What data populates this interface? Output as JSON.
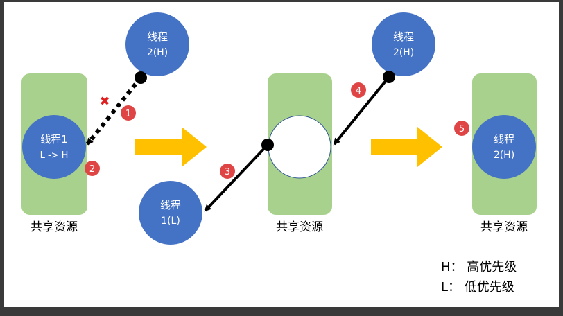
{
  "stage1": {
    "thread_h": {
      "line1": "线程",
      "line2": "2(H)"
    },
    "thread_1": {
      "line1": "线程1",
      "line2": "L -> H"
    },
    "resource_label": "共享资源",
    "step_1": "1",
    "step_2": "2",
    "blocked_mark": "✖"
  },
  "stage2": {
    "thread_h": {
      "line1": "线程",
      "line2": "2(H)"
    },
    "thread_l": {
      "line1": "线程",
      "line2": "1(L)"
    },
    "resource_label": "共享资源",
    "step_3": "3",
    "step_4": "4"
  },
  "stage3": {
    "thread_h": {
      "line1": "线程",
      "line2": "2(H)"
    },
    "resource_label": "共享资源",
    "step_5": "5"
  },
  "legend": {
    "high": "H：  高优先级",
    "low": "L：  低优先级"
  },
  "colors": {
    "thread_fill": "#4472C4",
    "resource_fill": "#A9D18E",
    "arrow_fill": "#FFC000",
    "badge_fill": "#E04545",
    "block_mark": "#E02020"
  }
}
